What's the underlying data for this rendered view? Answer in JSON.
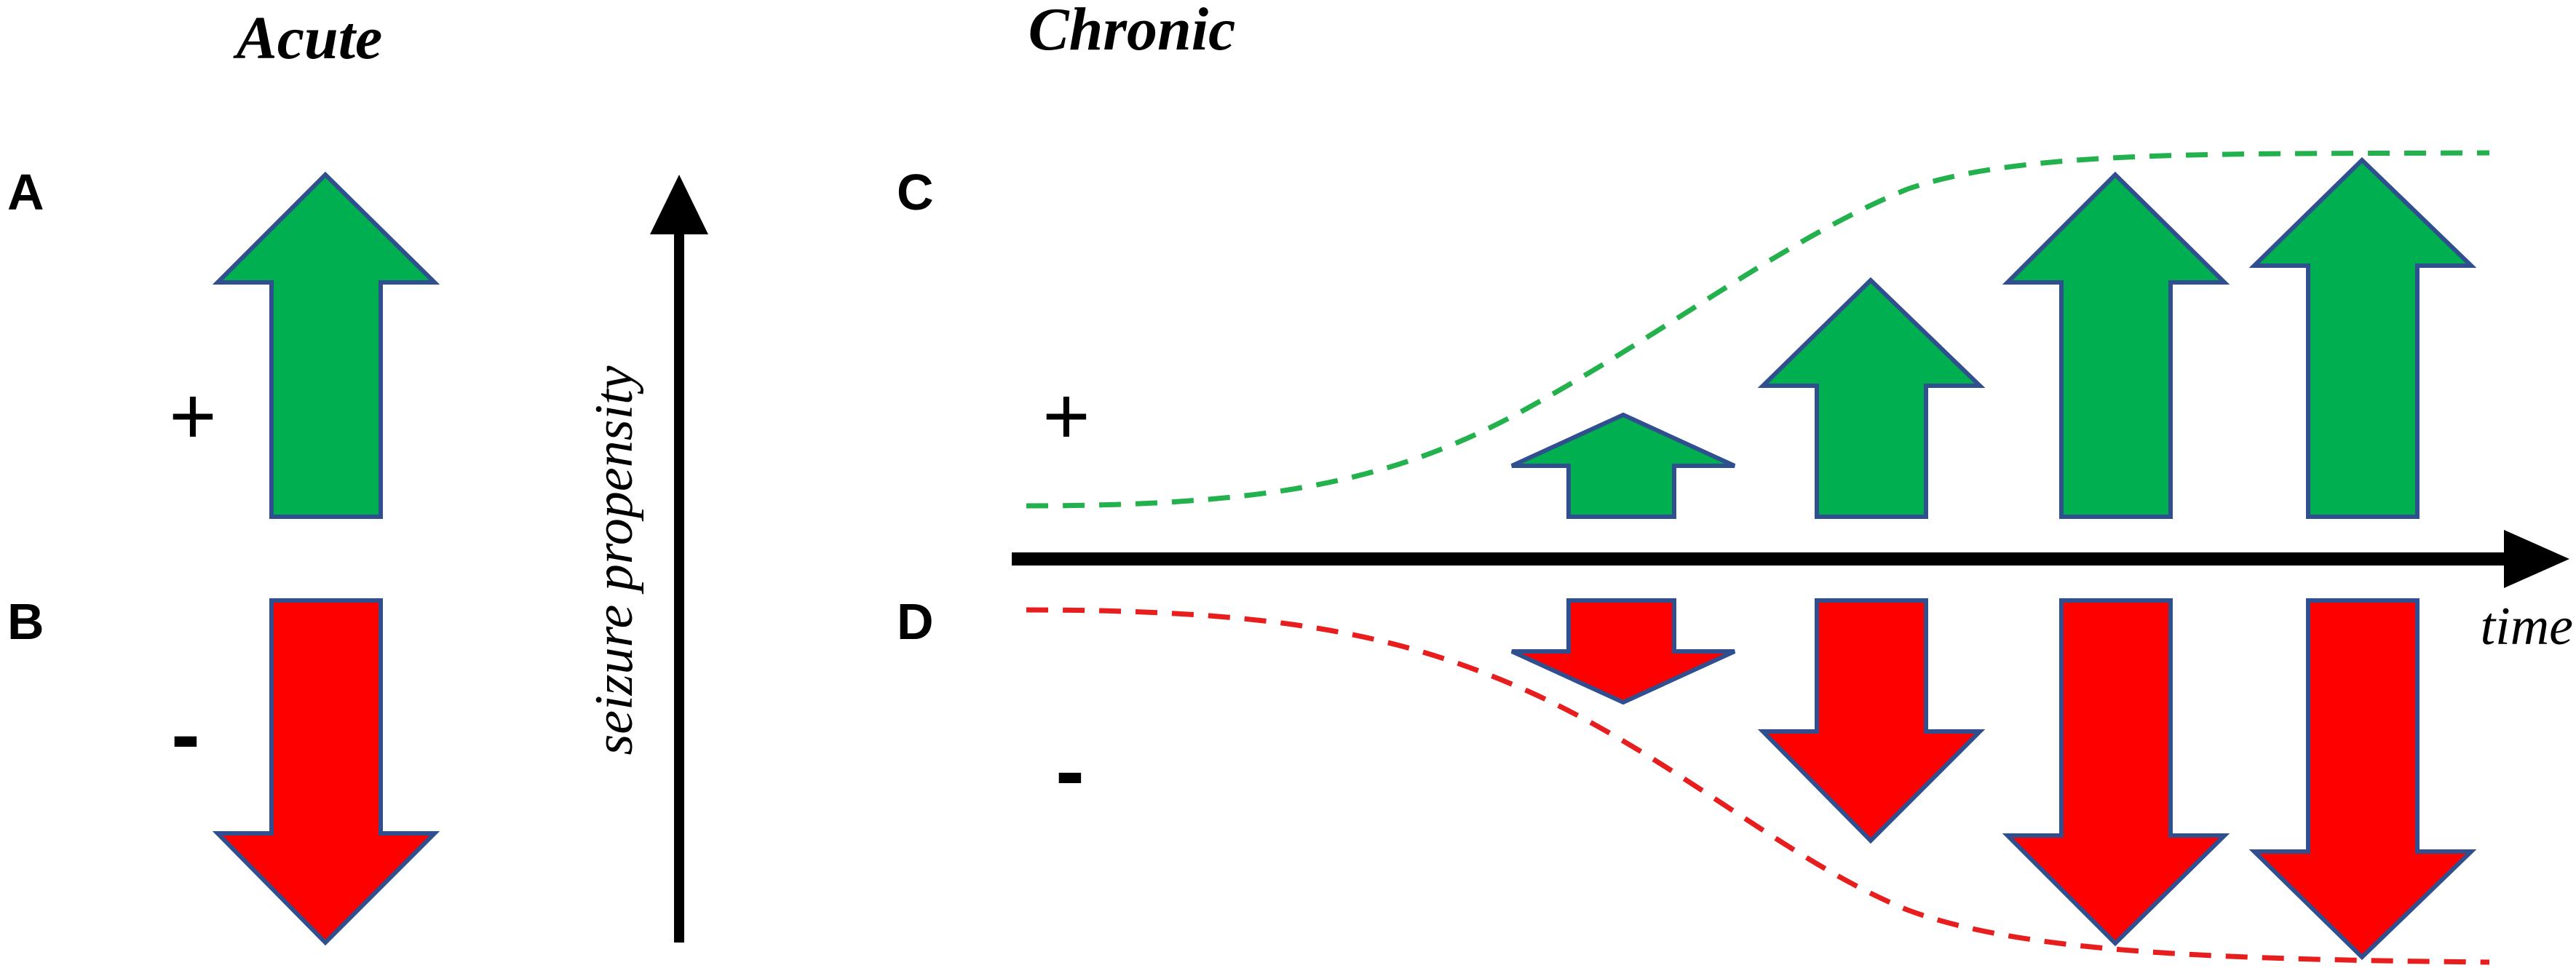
{
  "headings": {
    "acute": "Acute",
    "chronic": "Chronic"
  },
  "panels": {
    "a": "A",
    "b": "B",
    "c": "C",
    "d": "D"
  },
  "signs": {
    "acute_plus": "+",
    "acute_minus": "-",
    "chronic_plus": "+",
    "chronic_minus": "-"
  },
  "axis_labels": {
    "y": "seizure propensity",
    "x": "time"
  },
  "colors": {
    "increase": "#00B050",
    "decrease": "#FF0000",
    "arrow_outline": "#2F4F8F",
    "increase_trend": "#22B14C",
    "decrease_trend": "#E81E1E"
  },
  "chronic_arrow_magnitudes": [
    0.29,
    0.66,
    0.98,
    1.0
  ]
}
